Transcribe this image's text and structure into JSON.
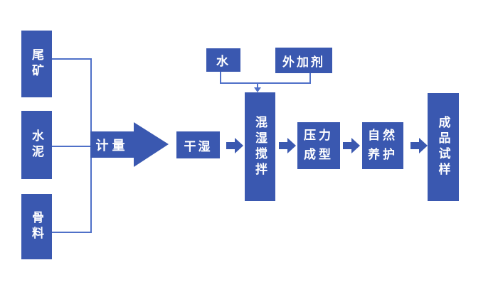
{
  "diagram": {
    "type": "flowchart",
    "background": "#ffffff",
    "colors": {
      "node_fill": "#3a58b0",
      "node_text": "#ffffff",
      "connector": "#4f70c8"
    },
    "nodes": {
      "tailings": {
        "label": "尾矿",
        "orientation": "vertical"
      },
      "cement": {
        "label": "水泥",
        "orientation": "vertical"
      },
      "aggregate": {
        "label": "骨料",
        "orientation": "vertical"
      },
      "metering": {
        "label": "计量",
        "shape": "big-right-arrow"
      },
      "dry_wet": {
        "label": "干湿",
        "orientation": "horizontal"
      },
      "water": {
        "label": "水",
        "orientation": "horizontal"
      },
      "admixture": {
        "label": "外加剂",
        "orientation": "horizontal"
      },
      "wet_mixing": {
        "label": "混湿搅拌",
        "orientation": "vertical"
      },
      "pressure_forming": {
        "line1": "压力",
        "line2": "成型"
      },
      "natural_curing": {
        "line1": "自然",
        "line2": "养护"
      },
      "finished_sample": {
        "label": "成品试样",
        "orientation": "vertical"
      }
    },
    "edges": [
      {
        "from": "尾矿",
        "to": "计量"
      },
      {
        "from": "水泥",
        "to": "计量"
      },
      {
        "from": "骨料",
        "to": "计量"
      },
      {
        "from": "计量",
        "to": "干湿"
      },
      {
        "from": "干湿",
        "to": "混湿搅拌"
      },
      {
        "from": "水",
        "to": "混湿搅拌"
      },
      {
        "from": "外加剂",
        "to": "混湿搅拌"
      },
      {
        "from": "混湿搅拌",
        "to": "压力成型"
      },
      {
        "from": "压力成型",
        "to": "自然养护"
      },
      {
        "from": "自然养护",
        "to": "成品试样"
      }
    ]
  }
}
